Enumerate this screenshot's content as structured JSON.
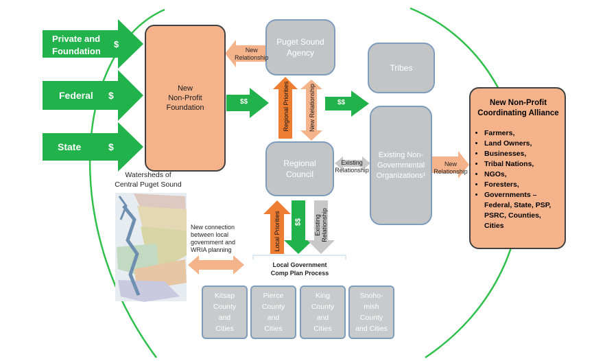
{
  "funding_sources": {
    "private": {
      "label": "Private and\nFoundation",
      "symbol": "$"
    },
    "federal": {
      "label": "Federal",
      "symbol": "$"
    },
    "state": {
      "label": "State",
      "symbol": "$"
    }
  },
  "nodes": {
    "foundation": "New\nNon-Profit\nFoundation",
    "psp": "Puget Sound\nAgency",
    "tribes": "Tribes",
    "regional_council": "Regional\nCouncil",
    "ngo": "Existing Non-\nGovernmental\nOrganizations¹",
    "local_gov": "Local Government\nComp Plan Process"
  },
  "counties": [
    "Kitsap\nCounty\nand\nCities",
    "Pierce\nCounty\nand\nCities",
    "King\nCounty\nand\nCities",
    "Snoho-\nmish\nCounty\nand Cities"
  ],
  "alliance": {
    "title": "New Non-Profit\nCoordinating Alliance",
    "members": [
      "Farmers,",
      "Land Owners,",
      "Businesses,",
      "Tribal Nations,",
      "NGOs,",
      "Foresters,",
      "Governments –\nFederal, State,  PSP,\nPSRC, Counties,\nCities"
    ]
  },
  "connections": {
    "new_relationship": "New\nRelationship",
    "new_relationship_vertical": "New Relationship",
    "existing_relationship": "Existing\nRelationship",
    "existing_relationship_vertical": "Existing\nRelationship",
    "regional_priorities": "Regional Priorities",
    "local_priorities": "Local Priorities",
    "money": "$$",
    "new_connection": "New connection\nbetween local\ngovernment and\nWRIA planning"
  },
  "map": {
    "title": "Watersheds of\nCentral Puget Sound"
  },
  "colors": {
    "green": "#21b24b",
    "orange": "#ed7d31",
    "light_orange": "#f5b38b",
    "gray": "#c2c4c6",
    "gray_border": "#7f9cbd",
    "gray_arrow": "#c8c8c8"
  }
}
